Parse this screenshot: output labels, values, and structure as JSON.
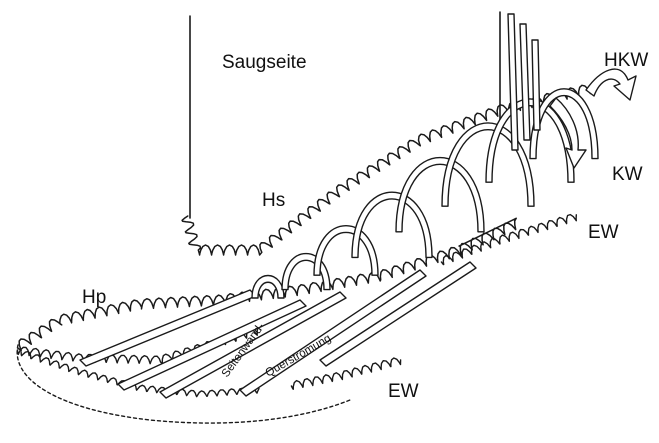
{
  "diagram": {
    "labels": {
      "suction_side": "Saugseite",
      "hkw": "HKW",
      "kw": "KW",
      "ew_upper": "EW",
      "ew_lower": "EW",
      "hs": "Hs",
      "hp": "Hp",
      "sidewall": "Seitenwand-",
      "crossflow": "Querströmung"
    }
  }
}
